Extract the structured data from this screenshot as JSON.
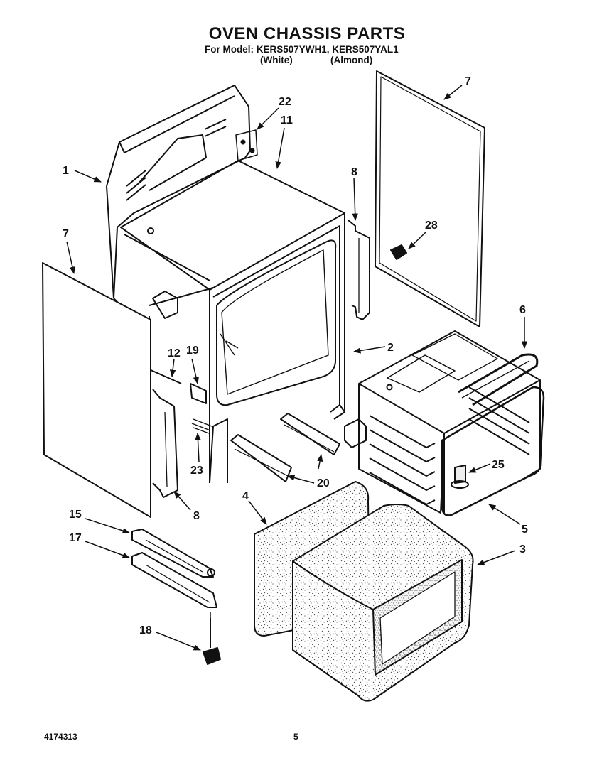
{
  "header": {
    "title": "OVEN CHASSIS PARTS",
    "model_line": "For Model: KERS507YWH1, KERS507YAL1",
    "color_white": "(White)",
    "color_almond": "(Almond)"
  },
  "footer": {
    "doc_number": "4174313",
    "page_number": "5"
  },
  "callouts": [
    {
      "id": "c22",
      "label": "22"
    },
    {
      "id": "c11",
      "label": "11"
    },
    {
      "id": "c7a",
      "label": "7"
    },
    {
      "id": "c1",
      "label": "1"
    },
    {
      "id": "c8a",
      "label": "8"
    },
    {
      "id": "c28",
      "label": "28"
    },
    {
      "id": "c7b",
      "label": "7"
    },
    {
      "id": "c6",
      "label": "6"
    },
    {
      "id": "c2",
      "label": "2"
    },
    {
      "id": "c12",
      "label": "12"
    },
    {
      "id": "c19",
      "label": "19"
    },
    {
      "id": "c25",
      "label": "25"
    },
    {
      "id": "c23",
      "label": "23"
    },
    {
      "id": "c20",
      "label": "20"
    },
    {
      "id": "c8b",
      "label": "8"
    },
    {
      "id": "c4",
      "label": "4"
    },
    {
      "id": "c15",
      "label": "15"
    },
    {
      "id": "c5",
      "label": "5"
    },
    {
      "id": "c17",
      "label": "17"
    },
    {
      "id": "c3",
      "label": "3"
    },
    {
      "id": "c18",
      "label": "18"
    }
  ]
}
